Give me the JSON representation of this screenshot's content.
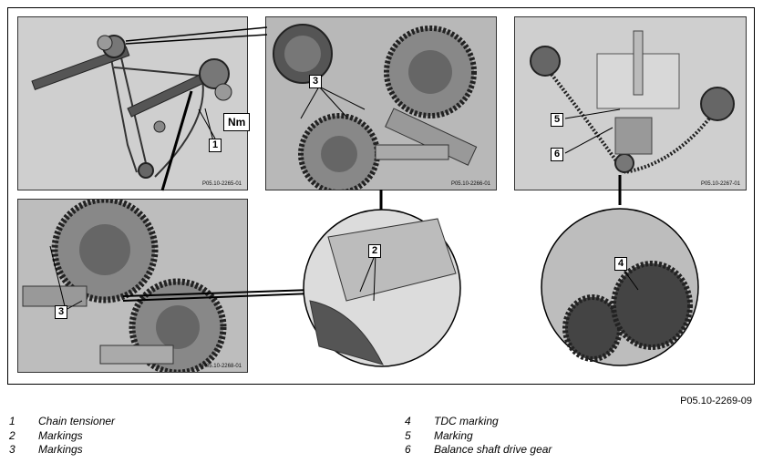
{
  "panels": {
    "p1_code": "P05.10-2265-01",
    "p2_code": "P05.10-2266-01",
    "p3_code": "P05.10-2267-01",
    "p4_code": "P05.10-2268-01"
  },
  "callouts": {
    "c1": "1",
    "c2": "2",
    "c3a": "3",
    "c3b": "3",
    "c4": "4",
    "c5": "5",
    "c6": "6",
    "nm": "Nm"
  },
  "figure_code": "P05.10-2269-09",
  "legend": [
    {
      "num": "1",
      "text": "Chain tensioner"
    },
    {
      "num": "2",
      "text": "Markings"
    },
    {
      "num": "3",
      "text": "Markings"
    },
    {
      "num": "4",
      "text": "TDC marking"
    },
    {
      "num": "5",
      "text": "Marking"
    },
    {
      "num": "6",
      "text": "Balance shaft drive gear"
    }
  ]
}
